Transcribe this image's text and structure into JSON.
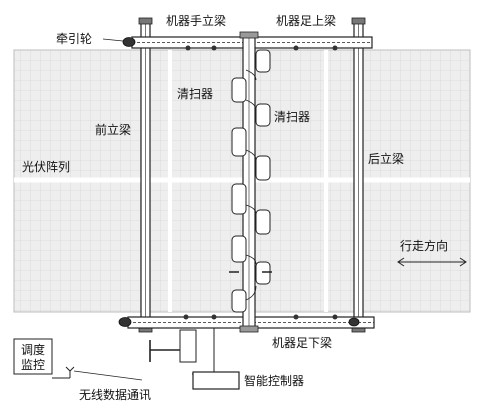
{
  "labels": {
    "traction_wheel": "牵引轮",
    "arm_beam": "机器手立梁",
    "top_foot_beam": "机器足上梁",
    "front_beam": "前立梁",
    "rear_beam": "后立梁",
    "cleaner_1": "清扫器",
    "cleaner_2": "清扫器",
    "pv_array": "光伏阵列",
    "travel_direction": "行走方向",
    "bottom_foot_beam": "机器足下梁",
    "monitor_line1": "调度",
    "monitor_line2": "监控",
    "wireless": "无线数据通讯",
    "controller": "智能控制器"
  },
  "colors": {
    "panel_fill": "#eeeeee",
    "panel_grid": "#c9c9c9",
    "frame": "#222222"
  }
}
